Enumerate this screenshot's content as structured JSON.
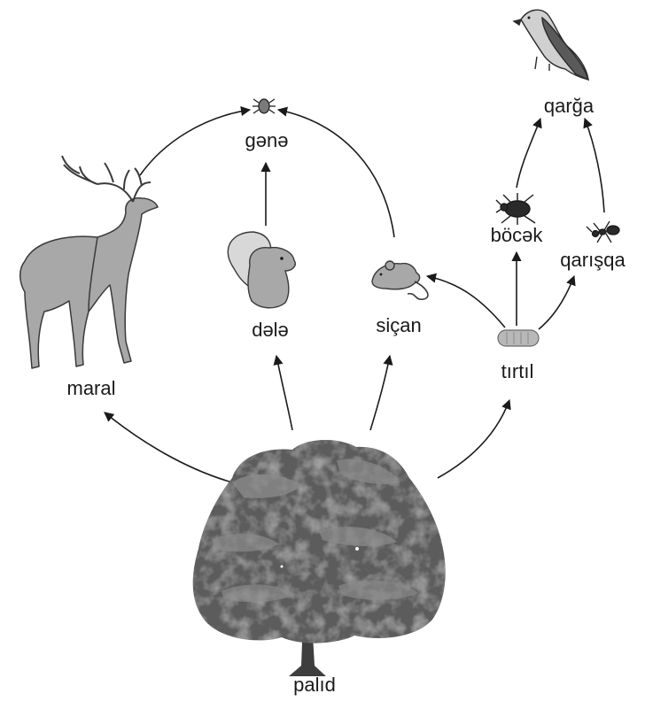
{
  "organisms": {
    "oak": "palıd",
    "deer": "maral",
    "squirrel": "dələ",
    "mouse": "siçan",
    "caterpillar": "tırtıl",
    "tick": "gənə",
    "beetle": "böcək",
    "ant": "qarışqa",
    "crow": "qarğa"
  },
  "colors": {
    "arrow": "#1a1a1a",
    "animal_fill": "#a8a8a8",
    "animal_stroke": "#3a3a3a",
    "tree_dark": "#5a5a5a",
    "tree_light": "#9a9a9a"
  }
}
